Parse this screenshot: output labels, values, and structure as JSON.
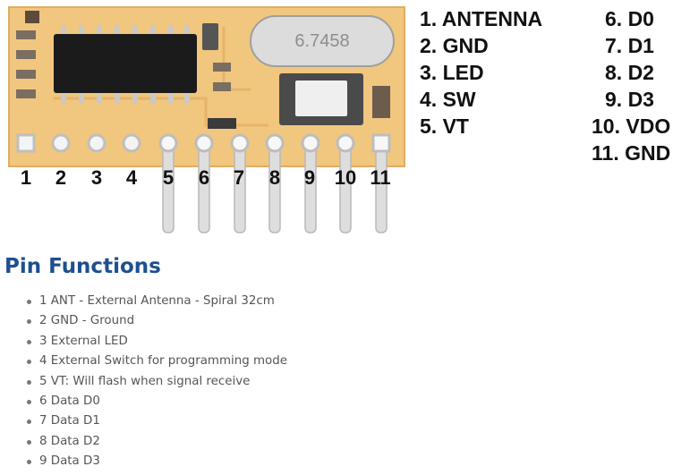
{
  "pin_labels": [
    "1",
    "2",
    "3",
    "4",
    "5",
    "6",
    "7",
    "8",
    "9",
    "10",
    "11"
  ],
  "legend_left": [
    "1. ANTENNA",
    "2. GND",
    "3. LED",
    "4. SW",
    "5. VT"
  ],
  "legend_right": [
    "6. D0",
    "7. D1",
    "8. D2",
    "9. D3",
    "10. VDO",
    "11. GND"
  ],
  "crystal_text": "6.7458",
  "section_title": "Pin Functions",
  "pin_functions": [
    "1 ANT - External Antenna - Spiral 32cm",
    "2 GND - Ground",
    "3 External LED",
    "4 External Switch for programming mode",
    "5 VT: Will flash when signal receive",
    "6 Data D0",
    "7 Data D1",
    "8 Data D2",
    "9 Data D3"
  ],
  "colors": {
    "board": "#f1c67e",
    "board_edge": "#e7b56a",
    "chip": "#1b1b1b",
    "crystal": "#dcdcdc",
    "pin": "#d8d8d8",
    "title": "#1e4f8f"
  }
}
